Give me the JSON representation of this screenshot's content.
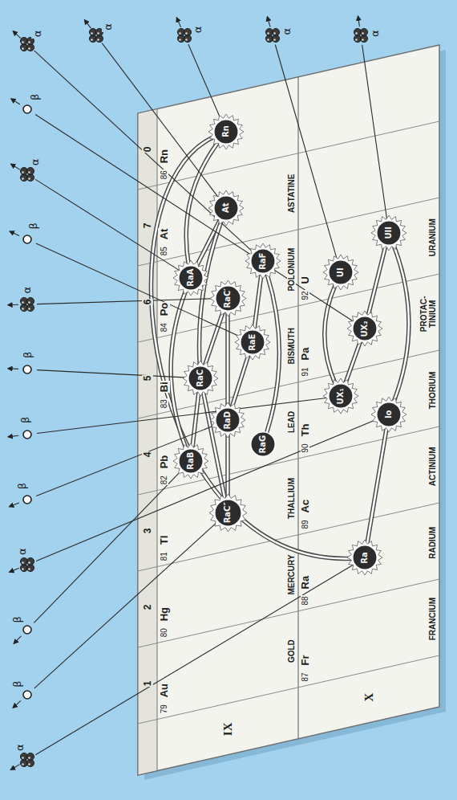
{
  "diagram": {
    "nodes": [
      {
        "text": [
          "UI"
        ]
      },
      {
        "text": [
          "UX₁"
        ]
      },
      {
        "text": [
          "UX₂"
        ]
      },
      {
        "text": [
          "UII"
        ]
      },
      {
        "text": [
          "Io"
        ]
      },
      {
        "text": [
          "Ra"
        ]
      },
      {
        "text": [
          "Rn"
        ]
      },
      {
        "text": [
          "RaA"
        ]
      },
      {
        "text": [
          "At"
        ]
      },
      {
        "text": [
          "RaB"
        ]
      },
      {
        "text": [
          "RaC"
        ]
      },
      {
        "text": [
          "RaC′"
        ]
      },
      {
        "text": [
          "RaC″"
        ]
      },
      {
        "text": [
          "RaD"
        ]
      },
      {
        "text": [
          "RaE"
        ]
      },
      {
        "text": [
          "RaF"
        ]
      },
      {
        "text": [
          "RaG"
        ]
      }
    ],
    "edges": [
      {
        "from": 0,
        "to": 1,
        "arrow": "none"
      },
      {
        "from": 1,
        "to": 2,
        "arrow": "none"
      },
      {
        "from": 2,
        "to": 3,
        "arrow": "none"
      },
      {
        "from": 3,
        "to": 4,
        "arrow": "none"
      },
      {
        "from": 4,
        "to": 5,
        "arrow": "none"
      },
      {
        "from": 5,
        "to": 6,
        "arrow": "none"
      },
      {
        "from": 6,
        "to": 7,
        "arrow": "none"
      },
      {
        "from": 7,
        "to": 8,
        "arrow": "none"
      },
      {
        "from": 8,
        "to": 10,
        "arrow": "none"
      },
      {
        "from": 7,
        "to": 9,
        "arrow": "none"
      },
      {
        "from": 9,
        "to": 10,
        "arrow": "none"
      },
      {
        "from": 10,
        "to": 11,
        "arrow": "none"
      },
      {
        "from": 10,
        "to": 12,
        "arrow": "none"
      },
      {
        "from": 11,
        "to": 13,
        "arrow": "none"
      },
      {
        "from": 12,
        "to": 13,
        "arrow": "none"
      },
      {
        "from": 13,
        "to": 14,
        "arrow": "none"
      },
      {
        "from": 14,
        "to": 15,
        "arrow": "none"
      },
      {
        "from": 15,
        "to": 16,
        "arrow": "none"
      }
    ],
    "labels": [
      "1",
      "2",
      "3",
      "4",
      "5",
      "6",
      "7",
      "0",
      "IX",
      "X",
      "79",
      "Au",
      "GOLD",
      "80",
      "Hg",
      "MERCURY",
      "81",
      "Tl",
      "THALLIUM",
      "82",
      "Pb",
      "LEAD",
      "83",
      "Bi",
      "BISMUTH",
      "84",
      "Po",
      "POLONIUM",
      "85",
      "At",
      "ASTATINE",
      "86",
      "Rn",
      "87",
      "Fr",
      "FRANCIUM",
      "88",
      "Ra",
      "RADIUM",
      "89",
      "Ac",
      "ACTINIUM",
      "90",
      "Th",
      "THORIUM",
      "91",
      "Pa",
      "PROTAC- TINIUM",
      "92",
      "U",
      "URANIUM",
      "α",
      "β",
      "β",
      "α",
      "α",
      "α",
      "α",
      "α",
      "α",
      "β",
      "β",
      "α",
      "β",
      "β",
      "β",
      "α"
    ]
  }
}
